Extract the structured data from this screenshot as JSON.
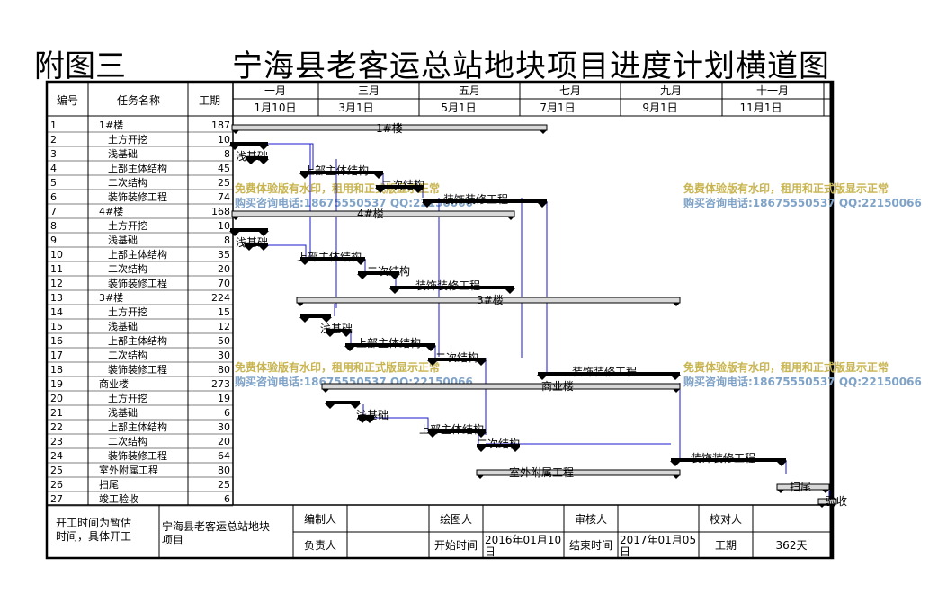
{
  "header": {
    "prefix": "附图三",
    "title": "宁海县老客运总站地块项目进度计划横道图"
  },
  "columns": {
    "no": "编号",
    "name": "任务名称",
    "duration": "工期"
  },
  "months": [
    "一月",
    "三月",
    "五月",
    "七月",
    "九月",
    "十一月"
  ],
  "dates": [
    "1月10日",
    "3月1日",
    "5月1日",
    "7月1日",
    "9月1日",
    "11月1日"
  ],
  "tasks": [
    {
      "no": "1",
      "name": "1#楼",
      "dur": "187",
      "summary": true
    },
    {
      "no": "2",
      "name": "土方开挖",
      "dur": "10"
    },
    {
      "no": "3",
      "name": "浅基础",
      "dur": "8"
    },
    {
      "no": "4",
      "name": "上部主体结构",
      "dur": "45"
    },
    {
      "no": "5",
      "name": "二次结构",
      "dur": "25"
    },
    {
      "no": "6",
      "name": "装饰装修工程",
      "dur": "74"
    },
    {
      "no": "7",
      "name": "4#楼",
      "dur": "168",
      "summary": true
    },
    {
      "no": "8",
      "name": "土方开挖",
      "dur": "10"
    },
    {
      "no": "9",
      "name": "浅基础",
      "dur": "8"
    },
    {
      "no": "10",
      "name": "上部主体结构",
      "dur": "35"
    },
    {
      "no": "11",
      "name": "二次结构",
      "dur": "20"
    },
    {
      "no": "12",
      "name": "装饰装修工程",
      "dur": "70"
    },
    {
      "no": "13",
      "name": "3#楼",
      "dur": "224",
      "summary": true
    },
    {
      "no": "14",
      "name": "土方开挖",
      "dur": "15"
    },
    {
      "no": "15",
      "name": "浅基础",
      "dur": "12"
    },
    {
      "no": "16",
      "name": "上部主体结构",
      "dur": "50"
    },
    {
      "no": "17",
      "name": "二次结构",
      "dur": "30"
    },
    {
      "no": "18",
      "name": "装饰装修工程",
      "dur": "80"
    },
    {
      "no": "19",
      "name": "商业楼",
      "dur": "273",
      "summary": true
    },
    {
      "no": "20",
      "name": "土方开挖",
      "dur": "19"
    },
    {
      "no": "21",
      "name": "浅基础",
      "dur": "6"
    },
    {
      "no": "22",
      "name": "上部主体结构",
      "dur": "30"
    },
    {
      "no": "23",
      "name": "二次结构",
      "dur": "20"
    },
    {
      "no": "24",
      "name": "装饰装修工程",
      "dur": "64"
    },
    {
      "no": "25",
      "name": "室外附属工程",
      "dur": "80",
      "summary": true
    },
    {
      "no": "26",
      "name": "扫尾",
      "dur": "25",
      "summary": true
    },
    {
      "no": "27",
      "name": "竣工验收",
      "dur": "6",
      "summary": true
    }
  ],
  "bar_labels": {
    "b1": "1#楼",
    "b3": "浅基础",
    "b4": "上部主体结构",
    "b5": "二次结构",
    "b6": "装饰装修工程",
    "b7": "4#楼",
    "b9": "浅基础",
    "b10": "上部主体结构",
    "b11": "二次结构",
    "b12": "装饰装修工程",
    "b13": "3#楼",
    "b15": "浅基础",
    "b16": "上部主体结构",
    "b17": "二次结构",
    "b18": "装饰装修工程",
    "b19": "商业楼",
    "b21": "浅基础",
    "b22": "上部主体结构",
    "b23": "二次结构",
    "b24": "装饰装修工程",
    "b25": "室外附属工程",
    "b26": "扫尾",
    "b27": "验收"
  },
  "watermark": {
    "line1": "免费体验版有水印，租用和正式版显示正常",
    "line2": "购买咨询电话:18675550537 QQ:22150066"
  },
  "footer": {
    "note_line1": "开工时间为暂估",
    "note_line2": "时间，具体开工",
    "project_line1": "宁海县老客运总站地块",
    "project_line2": "项目",
    "editor_label": "编制人",
    "drawer_label": "绘图人",
    "reviewer_label": "审核人",
    "checker_label": "校对人",
    "owner_label": "负责人",
    "start_label": "开始时间",
    "start_value_line1": "2016年01月10",
    "start_value_line2": "日",
    "end_label": "结束时间",
    "end_value_line1": "2017年01月05",
    "end_value_line2": "日",
    "period_label": "工期",
    "period_value": "362天"
  }
}
